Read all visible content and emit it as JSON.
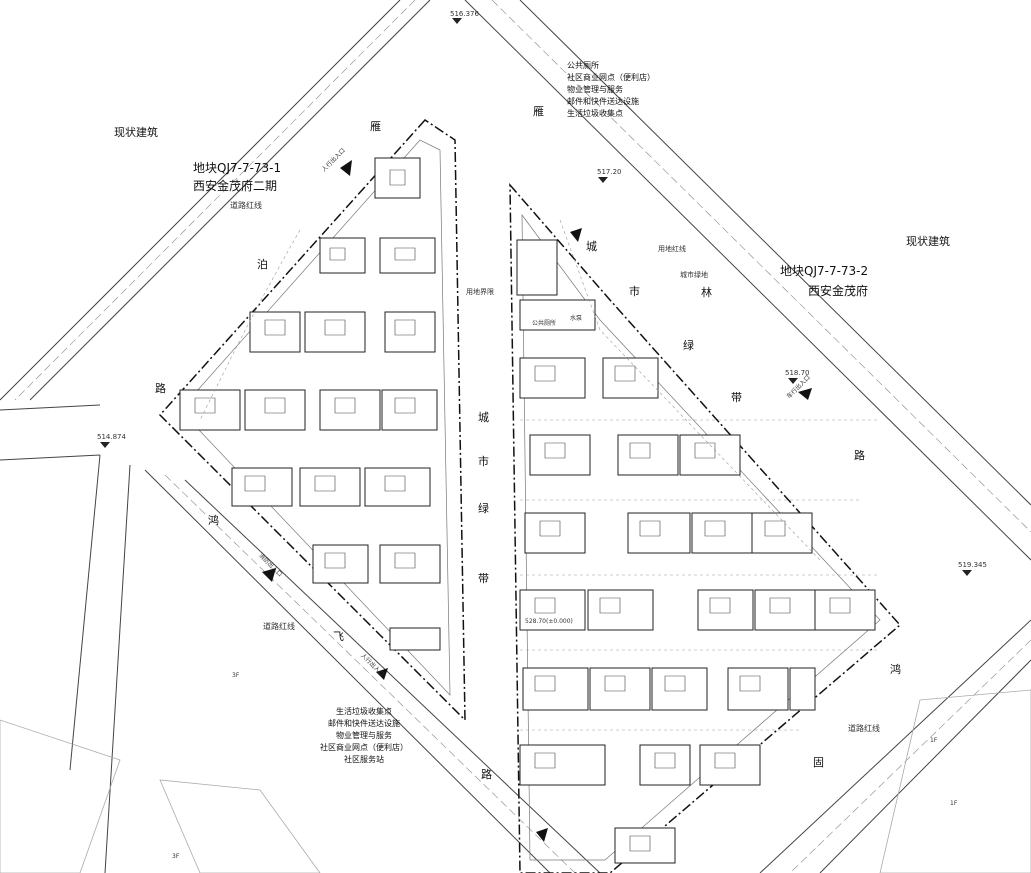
{
  "labels": {
    "existing_building_left": "现状建筑",
    "existing_building_right": "现状建筑",
    "plot1_code": "地块QJ7-7-73-1",
    "plot1_name": "西安金茂府二期",
    "plot2_code": "地块QJ7-7-73-2",
    "plot2_name": "西安金茂府",
    "road_red_line_top": "道路红线",
    "road_red_line_bottom_left": "道路红线",
    "road_red_line_bottom_right": "道路红线",
    "land_boundary": "用地界限",
    "land_red_line": "用地红线",
    "city_green_land": "城市绿地",
    "green_belt_vertical": [
      "城",
      "市",
      "绿",
      "带"
    ],
    "road_yanbo_top_right": [
      "雁"
    ],
    "road_yanbo_left": [
      "雁",
      "泊",
      "路"
    ],
    "road_left_hong": [
      "鸿",
      "飞"
    ],
    "road_bottom_lu": [
      "路"
    ],
    "road_right_upper": [
      "城",
      "市",
      "林",
      "绿",
      "带",
      "路"
    ],
    "road_right_lower": [
      "鸿",
      "固"
    ],
    "road_top_center": [
      "雁"
    ]
  },
  "notes": {
    "top_right": [
      "公共厕所",
      "社区商业网点（便利店）",
      "物业管理与服务",
      "邮件和快件送达设施",
      "生活垃圾收集点"
    ],
    "bottom_left": [
      "生活垃圾收集点",
      "邮件和快件送达设施",
      "物业管理与服务",
      "社区商业网点（便利店）",
      "社区服务站"
    ]
  },
  "elevations": {
    "top": "516.376",
    "left": "514.874",
    "right_mid": "517.20",
    "right_entrance": "518.70",
    "right_far": "519.345"
  },
  "small_labels": {
    "entrance_tags": [
      "人行出入口",
      "车行出入口",
      "消防出入口",
      "人行出入口"
    ],
    "floor_labels": [
      "1F",
      "3F",
      "1F",
      "3F"
    ],
    "water_pump": "水泵",
    "public_toilet": "公共厕所",
    "unit_ref": "528.70(±0.000)"
  }
}
